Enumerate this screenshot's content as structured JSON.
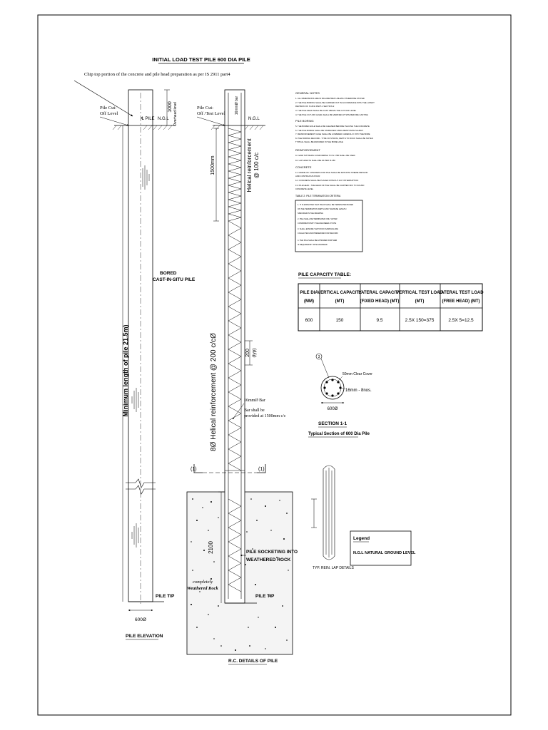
{
  "drawing": {
    "title": "INITIAL LOAD TEST PILE 600 DIA PILE",
    "chip_note": "Chip top portion of the concrete and pile head preparation as per IS 2911 part4"
  },
  "pile_elevation": {
    "cutoff_label_1": "Pile Cut-",
    "cutoff_label_2": "Off Level",
    "center_line": "℄ PILE",
    "ngl": "N.G.L",
    "dim_1000": "1000",
    "dim_note": "Overhead level",
    "bored_1": "BORED",
    "bored_2": "CAST-IN-SITU PILE",
    "length_label": "Minimum length of pile 21.5m)",
    "pile_tip": "PILE TIP",
    "dia": "600Ø",
    "caption": "PILE ELEVATION"
  },
  "rc_details": {
    "cutoff_label_1": "Pile Cut-",
    "cutoff_label_2": "Off /Test Level",
    "ngl": "N.G.L",
    "top_bar": "16mmØ bar",
    "dim_1500": "1500mm",
    "helical_top_1": "Helical reinforcement",
    "helical_top_2": "@ 100 c/c",
    "helical_main": "8Ø Helical reinforcement @ 200 c/cØ",
    "dim_200": "200",
    "typ": "(typ)",
    "bar_1": "16mmØ Bar",
    "bar_2": "Bar shall be",
    "bar_3": "provided at 1500mm c/c",
    "section_mark_left": "(1)",
    "section_mark_right": "(1)",
    "dim_2100": "2100",
    "socketing_1": "PILE SOCKETING INTO",
    "socketing_2": "WEATHERED ROCK",
    "rock_1": "completely",
    "rock_2": "Weathered Rock",
    "pile_tip": "PILE TIP",
    "caption": "R.C. DETAILS OF PILE"
  },
  "general_notes": {
    "heading": "GENERAL NOTES",
    "lines": [
      "1. ALL DIMENSIONS ARE IN MILLIMETRES UNLESS OTHERWISE STATED",
      "2. THE PILE BORING SHALL BE CARRIED OUT IN ACCORDANCE WITH THE LATEST",
      "   REVISION OF IS 2911 PART-1 SECTION-2",
      "3. THE PILE HEAD SHALL BE CAST ABOVE THE CUT-OFF LEVEL",
      "4. THE PILE CUT-OFF LEVEL SHALL BE VERIFIED AT SITE BEFORE CASTING"
    ],
    "boring_heading": "PILE BORING",
    "boring_lines": [
      "5. THE BORED HOLE SHALL BE CLEANED BEFORE PLACING THE CONCRETE",
      "6. THE PILE BORES SHALL BE STABILISED USING BENTONITE SLURRY",
      "7. REINFORCEMENT CAGE SHALL BE LOWERED CAREFULLY INTO THE BORE",
      "8. PILE BORING RECORD - TYPE OF STRATA, DEPTH TO ROCK SHALL BE NOTED",
      "   TYPICAL SHALL BE ENSURED IN THE BORE HOLE"
    ],
    "reinf_heading": "REINFORCEMENT",
    "reinf_lines": [
      "9. Fe500 TMT BARS CONFORMING TO IS 1786 SHALL BE USED",
      "10. LAP LENGTH SHALL BE AS PER IS 456"
    ],
    "concrete_heading": "CONCRETE",
    "concrete_lines": [
      "11. GRADE OF CONCRETE FOR PILE SHALL BE M25 WITH TREMIE METHOD",
      "    AND CONTINUOUS POUR",
      "12. CONCRETE SHALL BE PLACED WITHOUT ANY INTERRUPTION",
      "13. PILE HEAD - THE HEAD OF PILE SHALL BE CHIPPED OFF TO SOUND",
      "    CONCRETE LEVEL"
    ],
    "termination_heading": "TABLE 2: PILE TERMINATION CRITERIA",
    "box_lines": [
      "1. IT IS EXPECTED THAT PILES SHALL BE TERMINATED BASED",
      "ON THE TERMINATION DEPTH AND THE BASE LENGTH",
      "SPECIFIED IN THE DRAWING",
      "2. PILE SHALL BE TERMINATED ONLY AFTER",
      "CONFIRMATION BY THE ENGINEER AT SITE",
      "3. SHALL ENSURE THAT ROCK SAMPLES ARE",
      "COLLECTED AND PRESERVED FOR RECORD",
      "4. THE PILE SHALL BE EXTENDED FURTHER",
      "IF REQUIRED BY SITE ENGINEER"
    ]
  },
  "capacity_table": {
    "title": "PILE CAPACITY TABLE:",
    "headers": [
      [
        "PILE DIA",
        "(MM)"
      ],
      [
        "VERTICAL CAPACITY",
        "(MT)"
      ],
      [
        "LATERAL CAPACITY",
        "(FIXED HEAD) (MT)"
      ],
      [
        "VERTICAL TEST LOAD",
        "(MT)"
      ],
      [
        "LATERAL TEST LOAD",
        "(FREE HEAD) (MT)"
      ]
    ],
    "rows": [
      [
        "600",
        "150",
        "9.5",
        "2.5X 150=375",
        "2.5X 5=12.5"
      ]
    ]
  },
  "section": {
    "mark": "3",
    "cover": "50mm Clear Cover",
    "bars": "16mm - 8nos.",
    "dia": "600Ø",
    "title": "SECTION 1-1",
    "subtitle": "Typical Section of 600 Dia Pile"
  },
  "lap": {
    "caption": "TYP. REIN. LAP DETAILS"
  },
  "legend": {
    "title": "Legend",
    "item": "N.G.L NATURAL GROUND LEVEL"
  }
}
